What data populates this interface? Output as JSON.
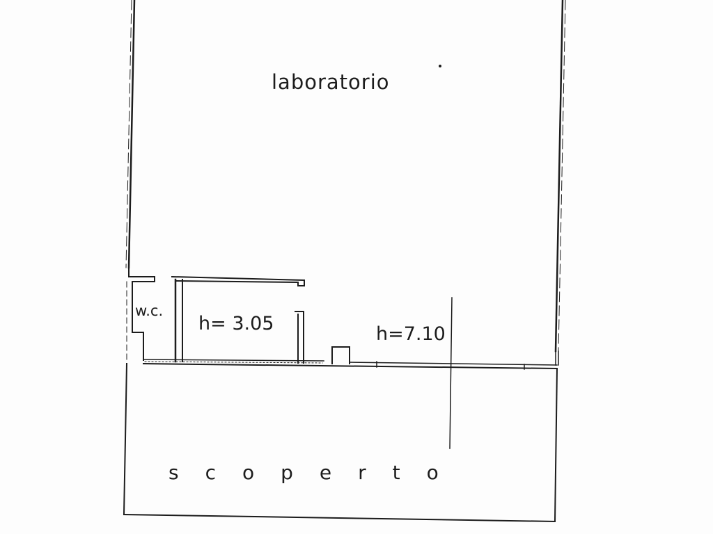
{
  "plan": {
    "rooms": {
      "laboratory": "laboratorio",
      "wc": "w.c.",
      "outdoor": "scoperto"
    },
    "heights": {
      "small_room": "h= 3.05",
      "main_room": "h=7.10"
    },
    "colors": {
      "ink": "#1c1c1c",
      "paper": "#fdfdfd"
    }
  }
}
